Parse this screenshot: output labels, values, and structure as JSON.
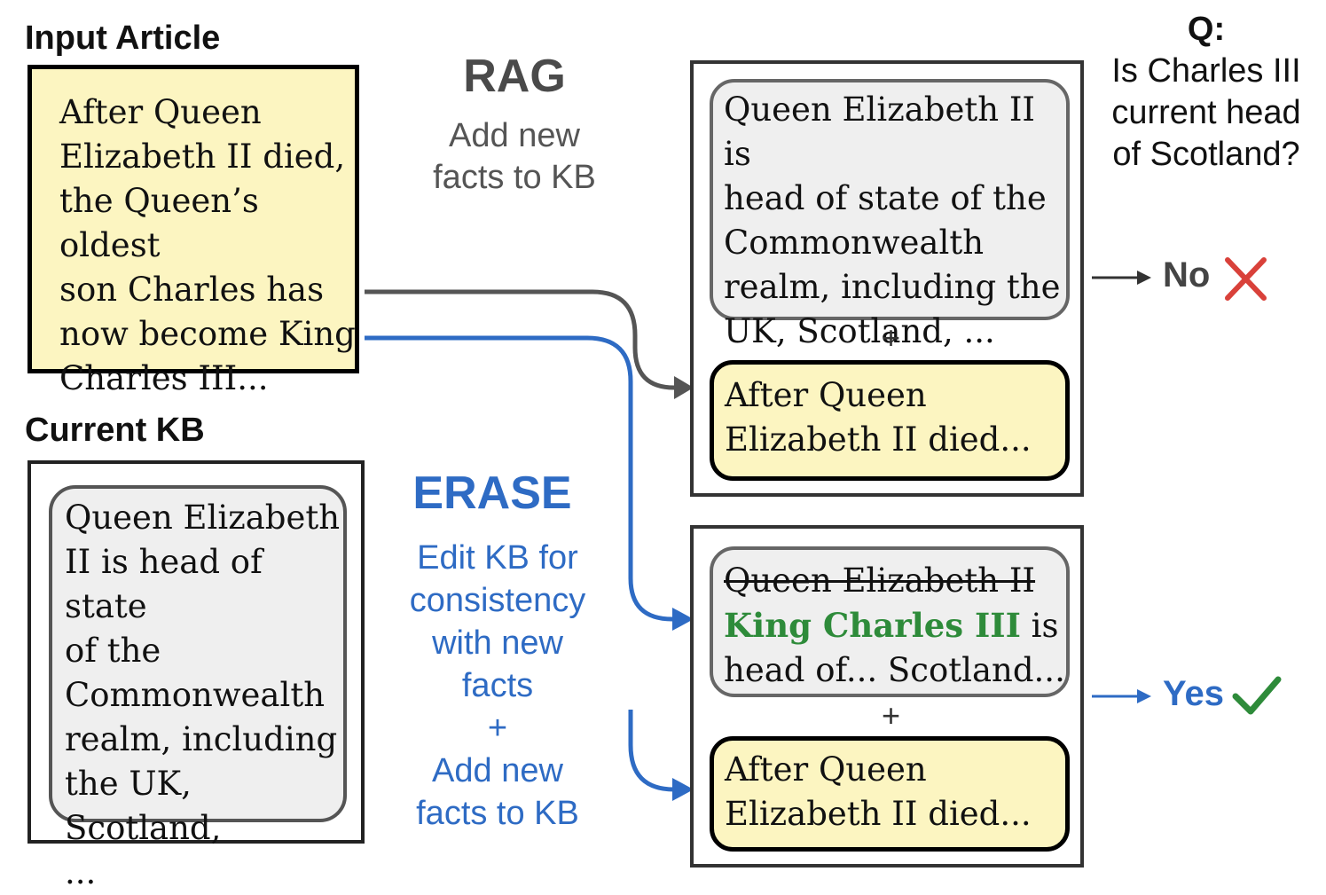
{
  "input_article": {
    "heading": "Input Article",
    "text_lines": [
      "After Queen",
      "Elizabeth II died,",
      "the Queen’s oldest",
      "son Charles has",
      "now become King",
      "Charles III..."
    ]
  },
  "current_kb": {
    "heading": "Current KB",
    "text_lines": [
      "Queen Elizabeth",
      "II is head of state",
      "of the",
      "Commonwealth",
      "realm, including",
      "the UK, Scotland,",
      "..."
    ]
  },
  "rag": {
    "title": "RAG",
    "subtitle_lines": [
      "Add new",
      "facts to KB"
    ]
  },
  "erase": {
    "title": "ERASE",
    "subtitle_lines": [
      "Edit KB for",
      "consistency",
      "with new",
      "facts",
      "+",
      "Add new",
      "facts to KB"
    ]
  },
  "rag_result": {
    "kb_fact_lines": [
      "Queen Elizabeth II is",
      "head of state of the",
      "Commonwealth",
      "realm, including the",
      "UK, Scotland, ..."
    ],
    "plus": "+",
    "new_fact_lines": [
      "After Queen",
      "Elizabeth II died..."
    ]
  },
  "erase_result": {
    "struck_text": "Queen Elizabeth II",
    "edited_entity": "King Charles III",
    "edited_rest": " is",
    "line3": "head of... Scotland...",
    "plus": "+",
    "new_fact_lines": [
      "After Queen",
      "Elizabeth II died..."
    ]
  },
  "question": {
    "label": "Q:",
    "lines": [
      "Is Charles III",
      "current head",
      "of Scotland?"
    ]
  },
  "answers": {
    "rag": {
      "text": "No",
      "icon": "cross-icon",
      "color": "#d9413a"
    },
    "erase": {
      "text": "Yes",
      "icon": "check-icon",
      "color": "#2e8b3a"
    }
  },
  "colors": {
    "article_fill": "#fcf5c1",
    "kb_fill": "#efefef",
    "rag_arrow": "#555555",
    "erase_arrow": "#2e6bc4",
    "edit_green": "#2e8b3a"
  }
}
